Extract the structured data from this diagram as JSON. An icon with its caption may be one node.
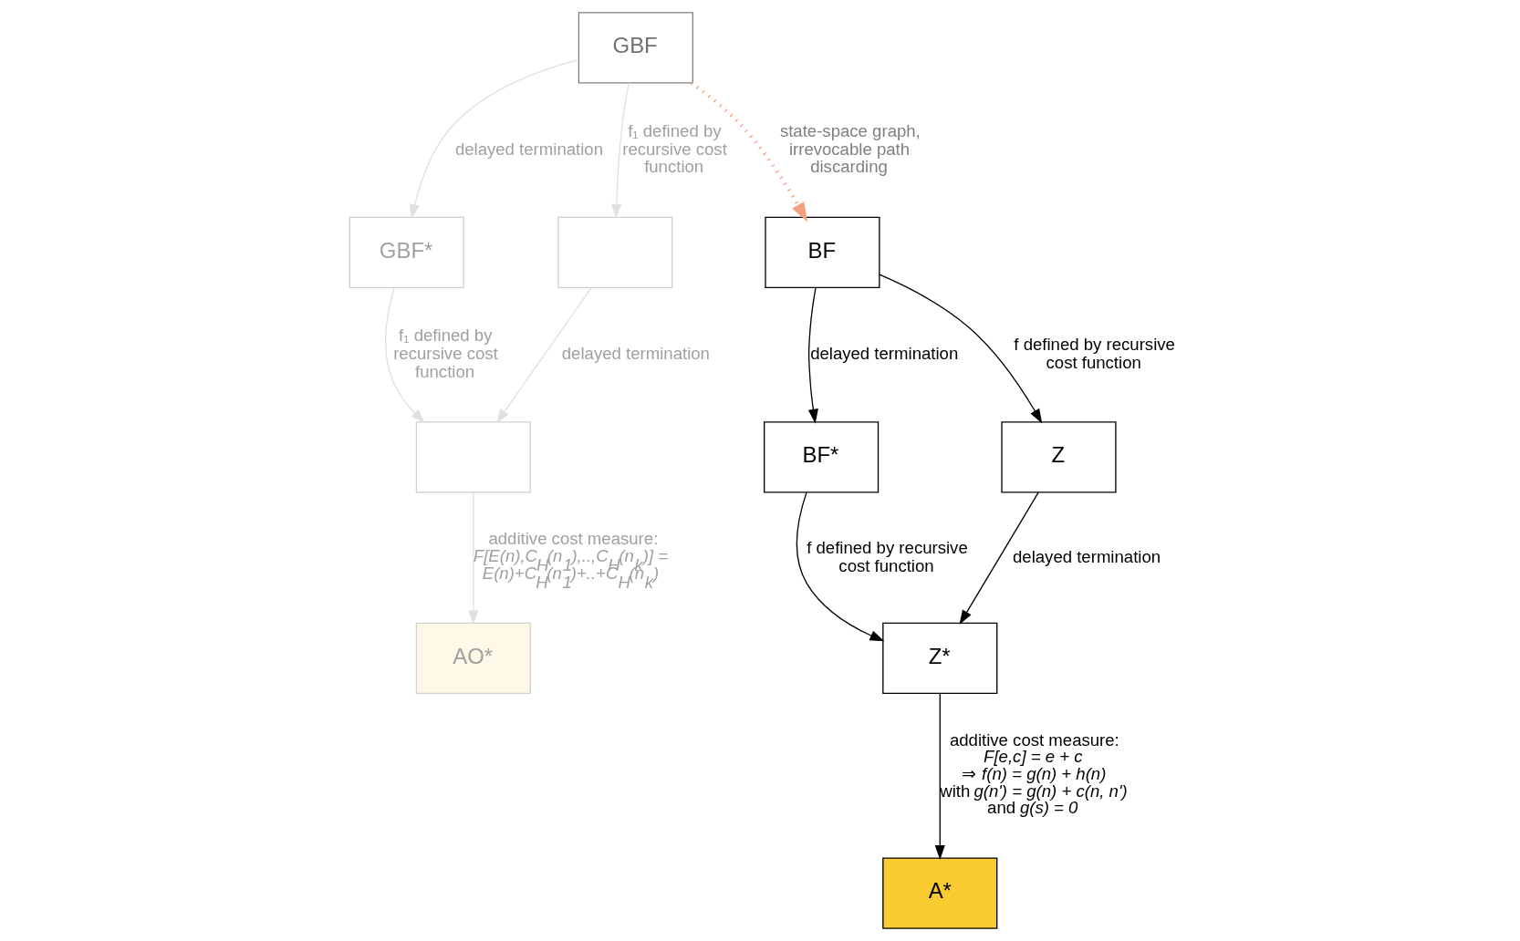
{
  "diagram": {
    "nodes": [
      {
        "text": [
          "GBF"
        ]
      },
      {
        "text": [
          "GBF*"
        ]
      },
      {
        "text": [],
        "shape": "box"
      },
      {
        "text": [],
        "shape": "box"
      },
      {
        "text": [
          "AO*"
        ]
      },
      {
        "text": [
          "BF"
        ]
      },
      {
        "text": [
          "BF*"
        ]
      },
      {
        "text": [
          "Z"
        ]
      },
      {
        "text": [
          "Z*"
        ]
      },
      {
        "text": [
          "A*"
        ]
      }
    ],
    "edges": [
      {
        "from": 0,
        "to": 1,
        "arrow": "to",
        "label": "delayed termination",
        "color": "#e0e0e0"
      },
      {
        "from": 0,
        "to": 2,
        "arrow": "to",
        "label": "f₁ defined by recursive cost function",
        "color": "#e0e0e0"
      },
      {
        "from": 1,
        "to": 3,
        "arrow": "to",
        "label": "f₁ defined by recursive cost function",
        "color": "#e0e0e0"
      },
      {
        "from": 2,
        "to": 3,
        "arrow": "to",
        "label": "delayed termination",
        "color": "#e0e0e0"
      },
      {
        "from": 3,
        "to": 4,
        "arrow": "to",
        "label": "additive cost measure: *F[E(n),C$_{H}$(n$_{1}$),..,C$_{H}$(n$_{k}$)] = E(n)+C$_{H}$(n$_{1}$)+..+C$_{H}$(n$_{k}$)*",
        "color": "#e0e0e0"
      },
      {
        "from": 0,
        "to": 5,
        "arrow": "to",
        "label": "state-space graph, irrevocable path discarding",
        "style": "dashed",
        "color": "#f4a080"
      },
      {
        "from": 5,
        "to": 6,
        "arrow": "to",
        "label": "delayed termination",
        "color": "#000000"
      },
      {
        "from": 5,
        "to": 7,
        "arrow": "to",
        "label": "f defined by recursive cost function",
        "color": "#000000"
      },
      {
        "from": 6,
        "to": 8,
        "arrow": "to",
        "label": "f defined by recursive cost function",
        "color": "#000000"
      },
      {
        "from": 7,
        "to": 8,
        "arrow": "to",
        "label": "delayed termination",
        "color": "#000000"
      },
      {
        "from": 8,
        "to": 9,
        "arrow": "to",
        "color": "#000000",
        "label": "additive cost measure: *F[e,c] = e + c* ⇒ *f(n) = g(n) + h(n)* with *g(n') = g(n) + c(n, n')* and *g(s) = 0*"
      }
    ]
  }
}
